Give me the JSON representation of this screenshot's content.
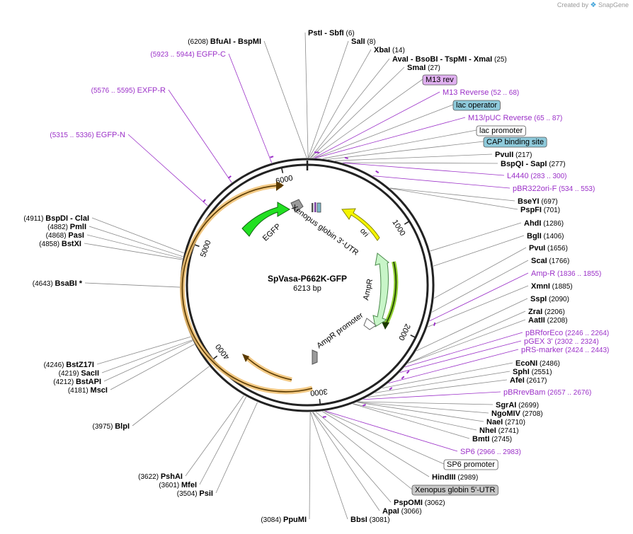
{
  "app": {
    "credit_prefix": "Created by",
    "brand": "SnapGene"
  },
  "plasmid": {
    "name": "SpVasa-P662K-GFP",
    "size_label": "6213 bp",
    "length": 6213
  },
  "colors": {
    "primer": "#9b30c8",
    "site": "#000000",
    "feature_egfp": "#22e022",
    "feature_ori": "#f5f500",
    "feature_ampr": "#c8f5c8",
    "feature_grey": "#9a9a9a",
    "orf": "#e8a020",
    "orf2": "#8fce30",
    "lac_operator_box": "#8ecadb",
    "cap_box": "#8ecadb",
    "m13rev_box": "#e0b0f0",
    "xgutr5_box": "#c8c8c8"
  },
  "ticks": [
    "1000",
    "2000",
    "3000",
    "4000",
    "5000",
    "6000"
  ],
  "features": [
    {
      "id": "egfp",
      "label": "EGFP"
    },
    {
      "id": "ori",
      "label": "ori"
    },
    {
      "id": "ampr",
      "label": "AmpR"
    },
    {
      "id": "ampr-promoter",
      "label": "AmpR promoter"
    },
    {
      "id": "xg3utr",
      "label": "Xenopus globin 3'-UTR"
    }
  ],
  "labels_right": [
    {
      "id": "psti",
      "parts": [
        [
          "PstI",
          "b"
        ],
        [
          "  -  SbfI",
          "b"
        ],
        [
          "  (6)",
          "n"
        ]
      ]
    },
    {
      "id": "sali",
      "parts": [
        [
          "SalI",
          "b"
        ],
        [
          "  (8)",
          "n"
        ]
      ]
    },
    {
      "id": "xbai",
      "parts": [
        [
          "XbaI",
          "b"
        ],
        [
          "  (14)",
          "n"
        ]
      ]
    },
    {
      "id": "avai",
      "parts": [
        [
          "AvaI",
          "b"
        ],
        [
          "  -  BsoBI",
          "b"
        ],
        [
          "  -  TspMI",
          "b"
        ],
        [
          "  -  XmaI",
          "b"
        ],
        [
          "  (25)",
          "n"
        ]
      ]
    },
    {
      "id": "smai",
      "parts": [
        [
          "SmaI",
          "b"
        ],
        [
          "  (27)",
          "n"
        ]
      ]
    },
    {
      "id": "m13rev",
      "parts": [
        [
          "M13 rev",
          "box"
        ]
      ]
    },
    {
      "id": "m13reverse",
      "parts": [
        [
          "M13 Reverse",
          "p"
        ],
        [
          "   (52 .. 68)",
          "ps"
        ]
      ]
    },
    {
      "id": "lacop",
      "parts": [
        [
          "lac operator",
          "box"
        ]
      ]
    },
    {
      "id": "m13puc",
      "parts": [
        [
          "M13/pUC Reverse",
          "p"
        ],
        [
          "   (65 .. 87)",
          "ps"
        ]
      ]
    },
    {
      "id": "lacprom",
      "parts": [
        [
          "lac promoter",
          "box"
        ]
      ]
    },
    {
      "id": "cap",
      "parts": [
        [
          "CAP binding site",
          "box"
        ]
      ]
    },
    {
      "id": "pvuii",
      "parts": [
        [
          "PvuII",
          "b"
        ],
        [
          "  (217)",
          "n"
        ]
      ]
    },
    {
      "id": "bspqi",
      "parts": [
        [
          "BspQI",
          "b"
        ],
        [
          "  -  SapI",
          "b"
        ],
        [
          "  (277)",
          "n"
        ]
      ]
    },
    {
      "id": "l4440",
      "parts": [
        [
          "L4440",
          "p"
        ],
        [
          "   (283 .. 300)",
          "ps"
        ]
      ]
    },
    {
      "id": "pbr322ori",
      "parts": [
        [
          "pBR322ori-F",
          "p"
        ],
        [
          "   (534 .. 553)",
          "ps"
        ]
      ]
    },
    {
      "id": "bseyi",
      "parts": [
        [
          "BseYI",
          "b"
        ],
        [
          "  (697)",
          "n"
        ]
      ]
    },
    {
      "id": "pspfi",
      "parts": [
        [
          "PspFI",
          "b"
        ],
        [
          "  (701)",
          "n"
        ]
      ]
    },
    {
      "id": "ahdi",
      "parts": [
        [
          "AhdI",
          "b"
        ],
        [
          "  (1286)",
          "n"
        ]
      ]
    },
    {
      "id": "bgli",
      "parts": [
        [
          "BglI",
          "b"
        ],
        [
          "  (1406)",
          "n"
        ]
      ]
    },
    {
      "id": "pvui",
      "parts": [
        [
          "PvuI",
          "b"
        ],
        [
          "  (1656)",
          "n"
        ]
      ]
    },
    {
      "id": "scai",
      "parts": [
        [
          "ScaI",
          "b"
        ],
        [
          "  (1766)",
          "n"
        ]
      ]
    },
    {
      "id": "ampr-primer",
      "parts": [
        [
          "Amp-R",
          "p"
        ],
        [
          "   (1836 .. 1855)",
          "ps"
        ]
      ]
    },
    {
      "id": "xmni",
      "parts": [
        [
          "XmnI",
          "b"
        ],
        [
          "  (1885)",
          "n"
        ]
      ]
    },
    {
      "id": "sspi",
      "parts": [
        [
          "SspI",
          "b"
        ],
        [
          "  (2090)",
          "n"
        ]
      ]
    },
    {
      "id": "zrai",
      "parts": [
        [
          "ZraI",
          "b"
        ],
        [
          "  (2206)",
          "n"
        ]
      ]
    },
    {
      "id": "aatii",
      "parts": [
        [
          "AatII",
          "b"
        ],
        [
          "  (2208)",
          "n"
        ]
      ]
    },
    {
      "id": "pbrforeco",
      "parts": [
        [
          "pBRforEco",
          "p"
        ],
        [
          "   (2246 .. 2264)",
          "ps"
        ]
      ]
    },
    {
      "id": "pgex3",
      "parts": [
        [
          "pGEX 3'",
          "p"
        ],
        [
          "   (2302 .. 2324)",
          "ps"
        ]
      ]
    },
    {
      "id": "prsmarker",
      "parts": [
        [
          "pRS-marker",
          "p"
        ],
        [
          "   (2424 .. 2443)",
          "ps"
        ]
      ]
    },
    {
      "id": "econi",
      "parts": [
        [
          "EcoNI",
          "b"
        ],
        [
          "  (2486)",
          "n"
        ]
      ]
    },
    {
      "id": "sphi",
      "parts": [
        [
          "SphI",
          "b"
        ],
        [
          "  (2551)",
          "n"
        ]
      ]
    },
    {
      "id": "afei",
      "parts": [
        [
          "AfeI",
          "b"
        ],
        [
          "  (2617)",
          "n"
        ]
      ]
    },
    {
      "id": "pbrrevbam",
      "parts": [
        [
          "pBRrevBam",
          "p"
        ],
        [
          "   (2657 .. 2676)",
          "ps"
        ]
      ]
    },
    {
      "id": "sgrai",
      "parts": [
        [
          "SgrAI",
          "b"
        ],
        [
          "  (2699)",
          "n"
        ]
      ]
    },
    {
      "id": "ngomiv",
      "parts": [
        [
          "NgoMIV",
          "b"
        ],
        [
          "  (2708)",
          "n"
        ]
      ]
    },
    {
      "id": "naei",
      "parts": [
        [
          "NaeI",
          "b"
        ],
        [
          "  (2710)",
          "n"
        ]
      ]
    },
    {
      "id": "nhei",
      "parts": [
        [
          "NheI",
          "b"
        ],
        [
          "  (2741)",
          "n"
        ]
      ]
    },
    {
      "id": "bmti",
      "parts": [
        [
          "BmtI",
          "b"
        ],
        [
          "  (2745)",
          "n"
        ]
      ]
    },
    {
      "id": "sp6",
      "parts": [
        [
          "SP6",
          "p"
        ],
        [
          "   (2966 .. 2983)",
          "ps"
        ]
      ]
    },
    {
      "id": "sp6prom",
      "parts": [
        [
          "SP6 promoter",
          "box"
        ]
      ]
    },
    {
      "id": "hindiii",
      "parts": [
        [
          "HindIII",
          "b"
        ],
        [
          "  (2989)",
          "n"
        ]
      ]
    },
    {
      "id": "xg5utr",
      "parts": [
        [
          "Xenopus globin 5'-UTR",
          "box"
        ]
      ]
    },
    {
      "id": "pspomi",
      "parts": [
        [
          "PspOMI",
          "b"
        ],
        [
          "  (3062)",
          "n"
        ]
      ]
    },
    {
      "id": "apai",
      "parts": [
        [
          "ApaI",
          "b"
        ],
        [
          "  (3066)",
          "n"
        ]
      ]
    },
    {
      "id": "bbsi",
      "parts": [
        [
          "BbsI",
          "b"
        ],
        [
          "  (3081)",
          "n"
        ]
      ]
    }
  ],
  "labels_left": [
    {
      "id": "bfuai",
      "parts": [
        [
          "(6208)  ",
          "n"
        ],
        [
          "BfuAI",
          "b"
        ],
        [
          "  -  BspMI",
          "b"
        ]
      ]
    },
    {
      "id": "egfpc",
      "parts": [
        [
          "(5923 .. 5944)   ",
          "ps"
        ],
        [
          "EGFP-C",
          "p"
        ]
      ]
    },
    {
      "id": "exfpr",
      "parts": [
        [
          "(5576 .. 5595)   ",
          "ps"
        ],
        [
          "EXFP-R",
          "p"
        ]
      ]
    },
    {
      "id": "egfpn",
      "parts": [
        [
          "(5315 .. 5336)   ",
          "ps"
        ],
        [
          "EGFP-N",
          "p"
        ]
      ]
    },
    {
      "id": "bspdi",
      "parts": [
        [
          "(4911)  ",
          "n"
        ],
        [
          "BspDI",
          "b"
        ],
        [
          "  -  ClaI",
          "b"
        ]
      ]
    },
    {
      "id": "pmli",
      "parts": [
        [
          "(4882)  ",
          "n"
        ],
        [
          "PmlI",
          "b"
        ]
      ]
    },
    {
      "id": "pasi",
      "parts": [
        [
          "(4868)  ",
          "n"
        ],
        [
          "PasI",
          "b"
        ]
      ]
    },
    {
      "id": "bstxi",
      "parts": [
        [
          "(4858)  ",
          "n"
        ],
        [
          "BstXI",
          "b"
        ]
      ]
    },
    {
      "id": "bsabi",
      "parts": [
        [
          "(4643)  ",
          "n"
        ],
        [
          "BsaBI",
          "b"
        ],
        [
          "  *",
          "b"
        ]
      ]
    },
    {
      "id": "bstz17i",
      "parts": [
        [
          "(4246)  ",
          "n"
        ],
        [
          "BstZ17I",
          "b"
        ]
      ]
    },
    {
      "id": "sacii",
      "parts": [
        [
          "(4219)  ",
          "n"
        ],
        [
          "SacII",
          "b"
        ]
      ]
    },
    {
      "id": "bstapi",
      "parts": [
        [
          "(4212)  ",
          "n"
        ],
        [
          "BstAPI",
          "b"
        ]
      ]
    },
    {
      "id": "msci",
      "parts": [
        [
          "(4181)  ",
          "n"
        ],
        [
          "MscI",
          "b"
        ]
      ]
    },
    {
      "id": "blpi",
      "parts": [
        [
          "(3975)  ",
          "n"
        ],
        [
          "BlpI",
          "b"
        ]
      ]
    },
    {
      "id": "pshai",
      "parts": [
        [
          "(3622)  ",
          "n"
        ],
        [
          "PshAI",
          "b"
        ]
      ]
    },
    {
      "id": "mfei",
      "parts": [
        [
          "(3601)  ",
          "n"
        ],
        [
          "MfeI",
          "b"
        ]
      ]
    },
    {
      "id": "psii",
      "parts": [
        [
          "(3504)  ",
          "n"
        ],
        [
          "PsiI",
          "b"
        ]
      ]
    },
    {
      "id": "ppumi",
      "parts": [
        [
          "(3084)  ",
          "n"
        ],
        [
          "PpuMI",
          "b"
        ]
      ]
    }
  ]
}
